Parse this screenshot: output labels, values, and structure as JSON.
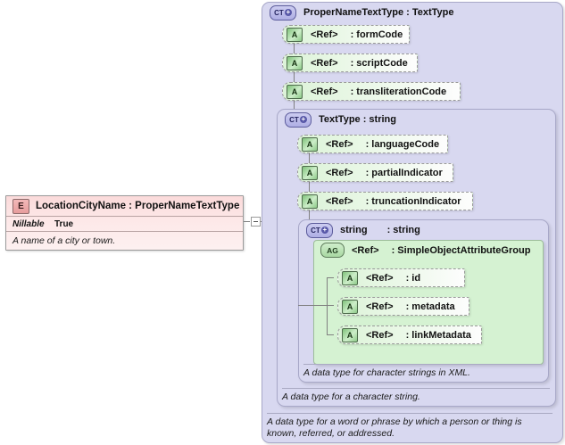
{
  "diagram": {
    "kind": "xml-schema-tree",
    "background": "#ffffff"
  },
  "element": {
    "badge": "E",
    "title": "LocationCityName : ProperNameTextType",
    "name": "LocationCityName",
    "type": "ProperNameTextType",
    "property_name": "Nillable",
    "property_value": "True",
    "documentation": "A name of a city or town."
  },
  "connector": {
    "toggle_icon": "minus-expander"
  },
  "panels": {
    "propername": {
      "badge": "CT",
      "badge_plus": "+",
      "title": "ProperNameTextType : TextType",
      "name": "ProperNameTextType",
      "base": "TextType",
      "documentation": "A data type for a word or phrase by which a person or thing is known, referred, or addressed.",
      "attributes": [
        {
          "badge": "A",
          "ref": "<Ref>",
          "name": ": formCode"
        },
        {
          "badge": "A",
          "ref": "<Ref>",
          "name": ": scriptCode"
        },
        {
          "badge": "A",
          "ref": "<Ref>",
          "name": ": transliterationCode"
        }
      ]
    },
    "texttype": {
      "badge": "CT",
      "badge_plus": "+",
      "title": "TextType : string",
      "name": "TextType",
      "base": "string",
      "documentation": "A data type for a character string.",
      "attributes": [
        {
          "badge": "A",
          "ref": "<Ref>",
          "name": ": languageCode"
        },
        {
          "badge": "A",
          "ref": "<Ref>",
          "name": ": partialIndicator"
        },
        {
          "badge": "A",
          "ref": "<Ref>",
          "name": ": truncationIndicator"
        }
      ]
    },
    "string": {
      "badge": "CT",
      "badge_plus": "+",
      "title_name": "string",
      "title_base": ": string",
      "documentation": "A data type for character strings in XML.",
      "group": {
        "badge": "AG",
        "ref": "<Ref>",
        "name": ": SimpleObjectAttributeGroup",
        "attributes": [
          {
            "badge": "A",
            "ref": "<Ref>",
            "name": ": id"
          },
          {
            "badge": "A",
            "ref": "<Ref>",
            "name": ": metadata"
          },
          {
            "badge": "A",
            "ref": "<Ref>",
            "name": ": linkMetadata"
          }
        ]
      }
    }
  },
  "colors": {
    "element_fill": "#fbdada",
    "complextype_fill": "#d8d8f0",
    "attributegroup_fill": "#d5f2d2",
    "attribute_fill": "#dcf3d8",
    "line": "#808080"
  }
}
